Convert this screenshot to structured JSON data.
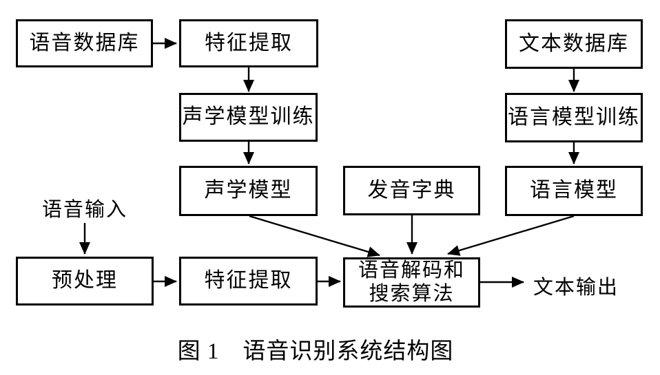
{
  "diagram": {
    "caption": "图 1　语音识别系统结构图",
    "colors": {
      "line": "#000000",
      "background": "#ffffff",
      "text": "#000000"
    },
    "nodes": {
      "voice_db": "语音数据库",
      "feature_extraction_top": "特征提取",
      "text_db": "文本数据库",
      "acoustic_training": "声学模型训练",
      "language_training": "语言模型训练",
      "acoustic_model": "声学模型",
      "pronunciation_dict": "发音字典",
      "language_model": "语言模型",
      "speech_input": "语音输入",
      "preprocess": "预处理",
      "feature_extraction_bottom": "特征提取",
      "decoder_line1": "语音解码和",
      "decoder_line2": "搜索算法",
      "text_output": "文本输出"
    },
    "edges": [
      {
        "from": "voice_db",
        "to": "feature_extraction_top"
      },
      {
        "from": "feature_extraction_top",
        "to": "acoustic_training"
      },
      {
        "from": "acoustic_training",
        "to": "acoustic_model"
      },
      {
        "from": "text_db",
        "to": "language_training"
      },
      {
        "from": "language_training",
        "to": "language_model"
      },
      {
        "from": "speech_input",
        "to": "preprocess"
      },
      {
        "from": "preprocess",
        "to": "feature_extraction_bottom"
      },
      {
        "from": "feature_extraction_bottom",
        "to": "decoder"
      },
      {
        "from": "acoustic_model",
        "to": "decoder"
      },
      {
        "from": "pronunciation_dict",
        "to": "decoder"
      },
      {
        "from": "language_model",
        "to": "decoder"
      },
      {
        "from": "decoder",
        "to": "text_output"
      }
    ]
  }
}
